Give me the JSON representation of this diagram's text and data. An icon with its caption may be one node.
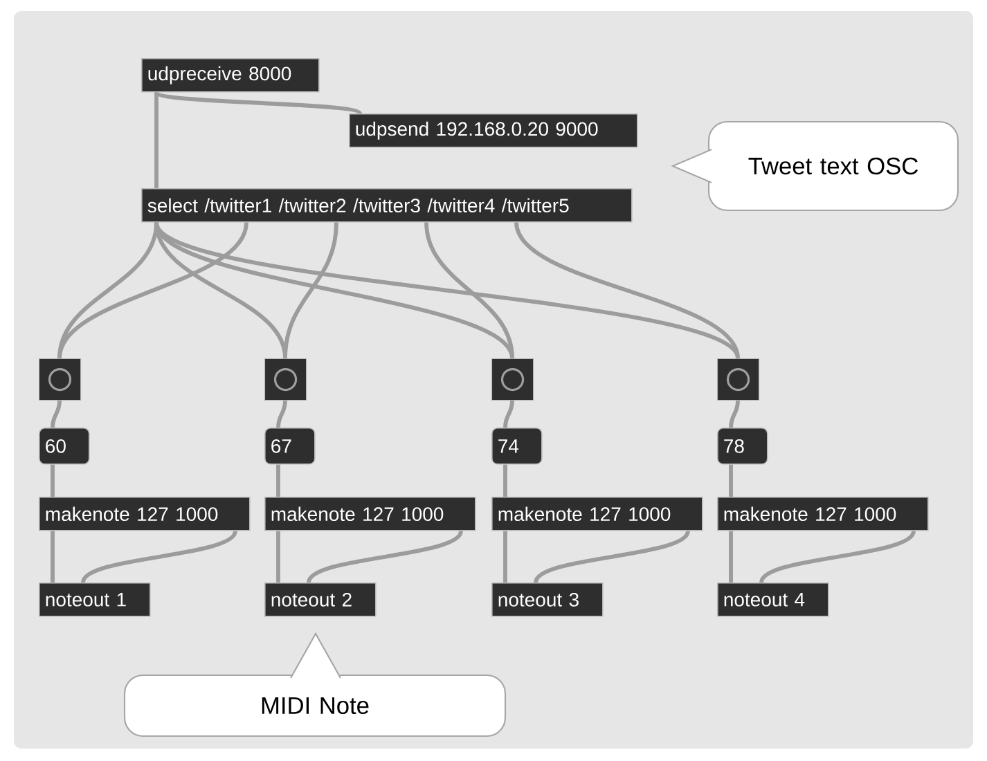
{
  "diagram": {
    "nodes": [
      {
        "text": [
          "udpreceive 8000"
        ]
      },
      {
        "text": [
          "udpsend 192.168.0.20 9000"
        ]
      },
      {
        "text": [
          "select /twitter1 /twitter2 /twitter3 /twitter4 /twitter5"
        ]
      },
      {
        "text": [],
        "shape": "box"
      },
      {
        "text": [],
        "shape": "box"
      },
      {
        "text": [],
        "shape": "box"
      },
      {
        "text": [],
        "shape": "box"
      },
      {
        "text": [
          "60"
        ]
      },
      {
        "text": [
          "67"
        ]
      },
      {
        "text": [
          "74"
        ]
      },
      {
        "text": [
          "78"
        ]
      },
      {
        "text": [
          "makenote 127 1000"
        ]
      },
      {
        "text": [
          "makenote 127 1000"
        ]
      },
      {
        "text": [
          "makenote 127 1000"
        ]
      },
      {
        "text": [
          "makenote 127 1000"
        ]
      },
      {
        "text": [
          "noteout 1"
        ]
      },
      {
        "text": [
          "noteout 2"
        ]
      },
      {
        "text": [
          "noteout 3"
        ]
      },
      {
        "text": [
          "noteout 4"
        ]
      },
      {
        "text": [
          "Tweet text OSC"
        ]
      },
      {
        "text": [
          "MIDI Note"
        ]
      }
    ],
    "edges": [
      {
        "from": 0,
        "to": 1,
        "arrow": "none"
      },
      {
        "from": 0,
        "to": 2,
        "arrow": "none"
      },
      {
        "from": 2,
        "to": 3,
        "arrow": "none"
      },
      {
        "from": 2,
        "to": 4,
        "arrow": "none"
      },
      {
        "from": 2,
        "to": 5,
        "arrow": "none"
      },
      {
        "from": 2,
        "to": 6,
        "arrow": "none"
      },
      {
        "from": 2,
        "to": 3,
        "arrow": "none"
      },
      {
        "from": 2,
        "to": 4,
        "arrow": "none"
      },
      {
        "from": 2,
        "to": 5,
        "arrow": "none"
      },
      {
        "from": 2,
        "to": 6,
        "arrow": "none"
      },
      {
        "from": 3,
        "to": 7,
        "arrow": "none"
      },
      {
        "from": 4,
        "to": 8,
        "arrow": "none"
      },
      {
        "from": 5,
        "to": 9,
        "arrow": "none"
      },
      {
        "from": 6,
        "to": 10,
        "arrow": "none"
      },
      {
        "from": 7,
        "to": 11,
        "arrow": "none"
      },
      {
        "from": 8,
        "to": 12,
        "arrow": "none"
      },
      {
        "from": 9,
        "to": 13,
        "arrow": "none"
      },
      {
        "from": 10,
        "to": 14,
        "arrow": "none"
      },
      {
        "from": 11,
        "to": 15,
        "arrow": "none"
      },
      {
        "from": 12,
        "to": 16,
        "arrow": "none"
      },
      {
        "from": 13,
        "to": 17,
        "arrow": "none"
      },
      {
        "from": 14,
        "to": 18,
        "arrow": "none"
      },
      {
        "from": 11,
        "to": 15,
        "arrow": "none"
      },
      {
        "from": 12,
        "to": 16,
        "arrow": "none"
      },
      {
        "from": 13,
        "to": 17,
        "arrow": "none"
      },
      {
        "from": 14,
        "to": 18,
        "arrow": "none"
      }
    ]
  }
}
